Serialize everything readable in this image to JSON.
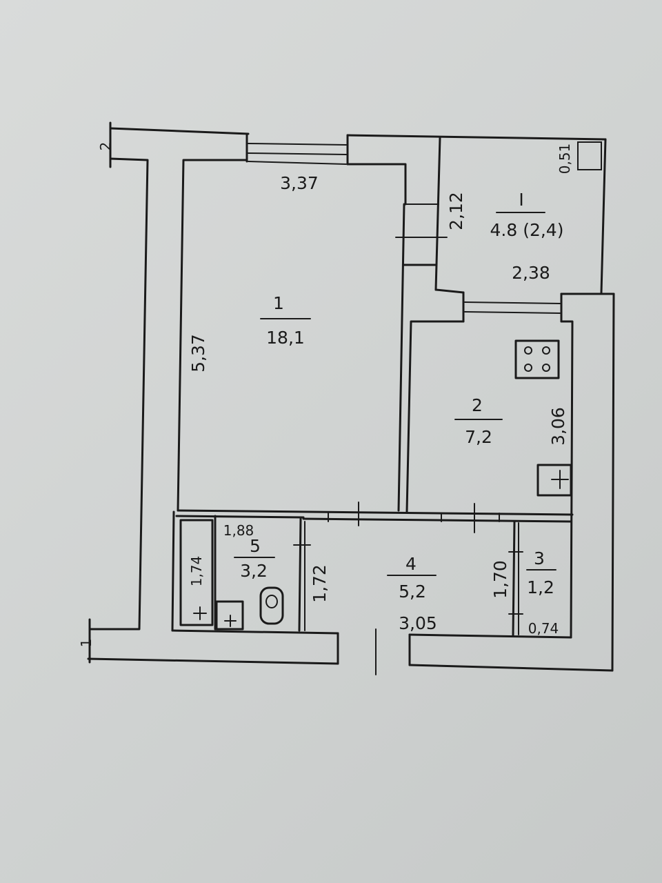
{
  "plan": {
    "balcony": {
      "number": "I",
      "area": "4.8 (2,4)"
    },
    "rooms": [
      {
        "number": "1",
        "area": "18,1"
      },
      {
        "number": "2",
        "area": "7,2"
      },
      {
        "number": "3",
        "area": "1,2"
      },
      {
        "number": "4",
        "area": "5,2"
      },
      {
        "number": "5",
        "area": "3,2"
      }
    ],
    "dimensions": {
      "room1_width": "3,37",
      "room1_length": "5,37",
      "balcony_depth": "2,12",
      "balcony_width": "2,38",
      "balcony_niche": "0,51",
      "kitchen_length": "3,06",
      "bath_width": "1,88",
      "bath_length": "1,74",
      "corridor_width_left": "1,72",
      "corridor_width_right": "1,70",
      "corridor_length": "3,05",
      "closet_width": "0,74"
    },
    "wall_marks": {
      "top": "2",
      "bottom": "1"
    }
  }
}
